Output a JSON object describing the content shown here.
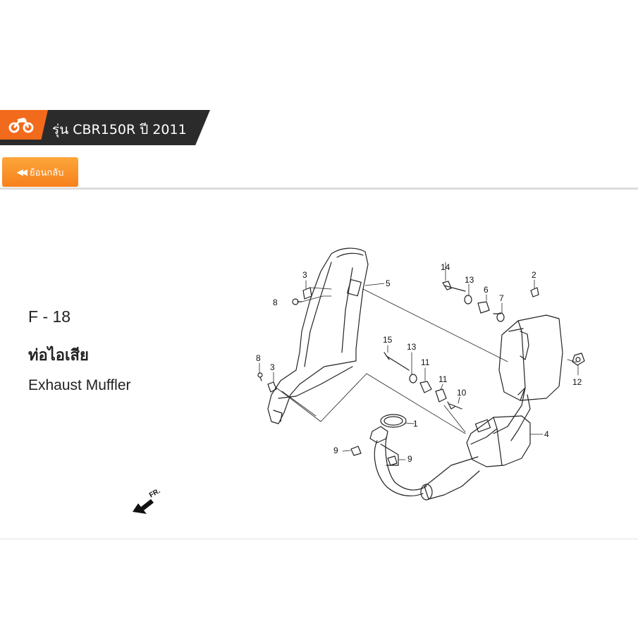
{
  "header": {
    "title": "รุ่น CBR150R ปี 2011"
  },
  "nav": {
    "back_label": "ย้อนกลับ"
  },
  "figure": {
    "code": "F - 18",
    "name_th": "ท่อไอเสีย",
    "name_en": "Exhaust Muffler",
    "front_label": "FR.",
    "callouts": {
      "c1": "1",
      "c2": "2",
      "c3a": "3",
      "c3b": "3",
      "c4": "4",
      "c5": "5",
      "c6": "6",
      "c7": "7",
      "c8a": "8",
      "c8b": "8",
      "c9a": "9",
      "c9b": "9",
      "c10": "10",
      "c11a": "11",
      "c11b": "11",
      "c12": "12",
      "c13a": "13",
      "c13b": "13",
      "c14": "14",
      "c15": "15"
    }
  },
  "colors": {
    "accent": "#f26a1b",
    "banner": "#2b2b2b",
    "button": "#f7801d"
  }
}
